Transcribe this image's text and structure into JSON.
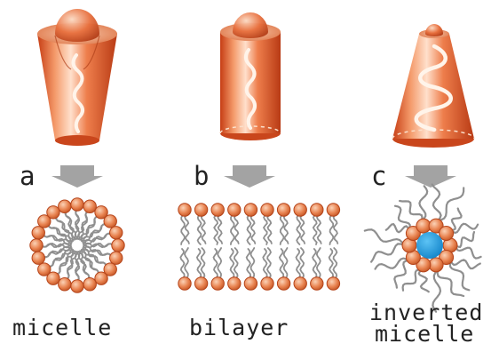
{
  "panels": [
    {
      "letter": "a",
      "caption": [
        "micelle"
      ],
      "shape": "truncated cone (wide top)"
    },
    {
      "letter": "b",
      "caption": [
        "bilayer"
      ],
      "shape": "cylinder"
    },
    {
      "letter": "c",
      "caption": [
        "inverted",
        "micelle"
      ],
      "shape": "truncated cone (wide bottom)"
    }
  ],
  "colors": {
    "lipid_body": "#e2582a",
    "head_group": "#e8824f",
    "head_outline": "#b5441a",
    "tail": "#8f8f8f",
    "arrow": "#a3a3a3",
    "inverted_core": "#1a9ae0"
  }
}
